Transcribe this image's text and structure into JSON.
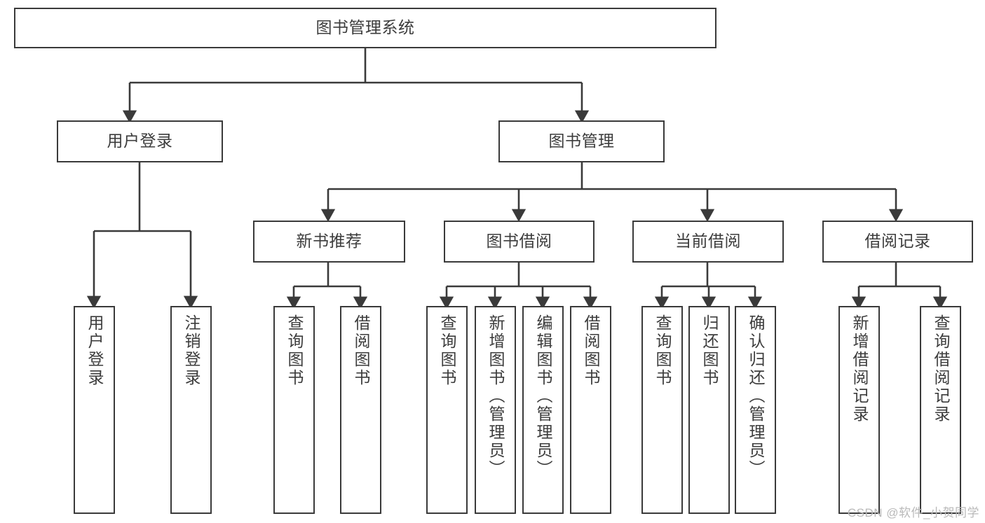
{
  "diagram": {
    "title": "图书管理系统",
    "type": "tree",
    "watermark": "CSDN @软件_小贺同学",
    "colors": {
      "stroke": "#3a3a3a",
      "text": "#3c3c3c",
      "background": "#ffffff",
      "watermark": "#b9b9b9"
    },
    "levels": {
      "root": {
        "label": "图书管理系统"
      },
      "level2": [
        {
          "label": "用户登录"
        },
        {
          "label": "图书管理"
        }
      ],
      "level3": [
        {
          "label": "新书推荐"
        },
        {
          "label": "图书借阅"
        },
        {
          "label": "当前借阅"
        },
        {
          "label": "借阅记录"
        }
      ],
      "leaves": {
        "user_login": [
          {
            "label": "用户登录"
          },
          {
            "label": "注销登录"
          }
        ],
        "new_book_recommend": [
          {
            "label": "查询图书"
          },
          {
            "label": "借阅图书"
          }
        ],
        "book_borrow": [
          {
            "label": "查询图书"
          },
          {
            "label": "新增图书（管理员）"
          },
          {
            "label": "编辑图书（管理员）"
          },
          {
            "label": "借阅图书"
          }
        ],
        "current_borrow": [
          {
            "label": "查询图书"
          },
          {
            "label": "归还图书"
          },
          {
            "label": "确认归还（管理员）"
          }
        ],
        "borrow_record": [
          {
            "label": "新增借阅记录"
          },
          {
            "label": "查询借阅记录"
          }
        ]
      }
    }
  }
}
